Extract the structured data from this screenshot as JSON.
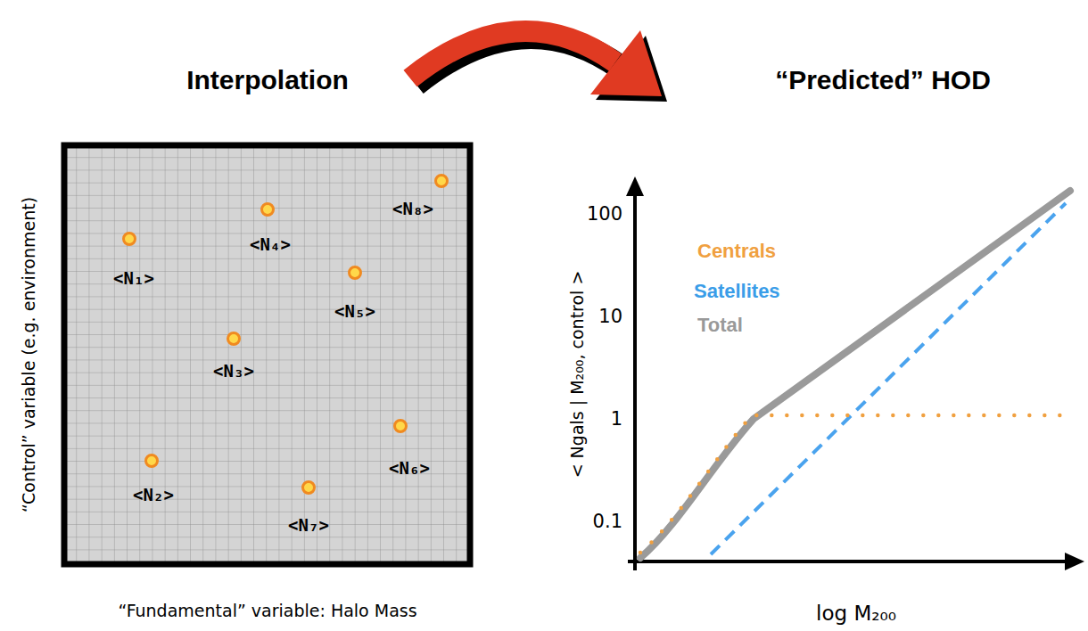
{
  "diagram": {
    "labels": [
      "Interpolation",
      "“Predicted” HOD",
      "<N₁>",
      "<N₂>",
      "<N₃>",
      "<N₄>",
      "<N₅>",
      "<N₆>",
      "<N₇>",
      "<N₈>",
      "“Control” variable (e.g. environment)",
      "“Fundamental” variable: Halo Mass",
      "100",
      "10",
      "1",
      "0.1",
      "< Ngals | M₂₀₀, control >",
      "Centrals",
      "Satellites",
      "Total",
      "log M₂₀₀"
    ]
  }
}
